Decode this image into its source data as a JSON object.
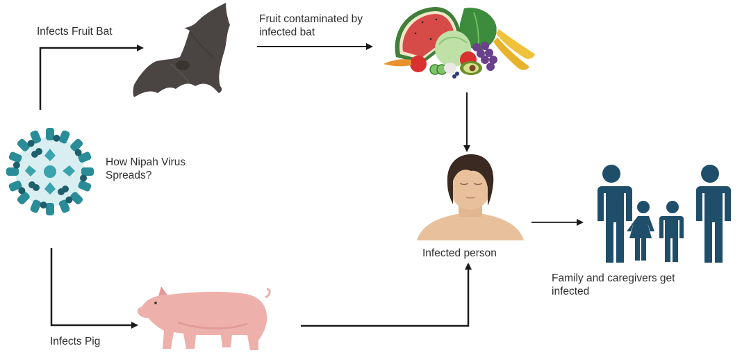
{
  "diagram": {
    "title": "How Nipah Virus\nSpreads?",
    "nodes": {
      "virus": {
        "label": "How Nipah Virus\nSpreads?",
        "icon": "virus-icon"
      },
      "bat": {
        "label": "Infects Fruit Bat",
        "icon": "fruit-bat-icon"
      },
      "fruit": {
        "label": "Fruit contaminated by\ninfected bat",
        "icon": "fruit-vegetables-icon"
      },
      "pig": {
        "label": "Infects Pig",
        "icon": "pig-icon"
      },
      "person": {
        "label": "Infected person",
        "icon": "infected-person-icon"
      },
      "family": {
        "label": "Family and caregivers get\ninfected",
        "icon": "family-icon"
      }
    },
    "edges": [
      {
        "from": "virus",
        "to": "bat"
      },
      {
        "from": "bat",
        "to": "fruit"
      },
      {
        "from": "fruit",
        "to": "person"
      },
      {
        "from": "virus",
        "to": "pig"
      },
      {
        "from": "pig",
        "to": "person"
      },
      {
        "from": "person",
        "to": "family"
      }
    ],
    "colors": {
      "virus_teal": "#2a8c96",
      "virus_dark": "#1d5f6b",
      "bat": "#4a4543",
      "pig": "#e9a8a4",
      "skin": "#e8c19c",
      "hair": "#3b2a22",
      "family": "#1f4e6b",
      "arrow": "#1a1a1a"
    }
  }
}
